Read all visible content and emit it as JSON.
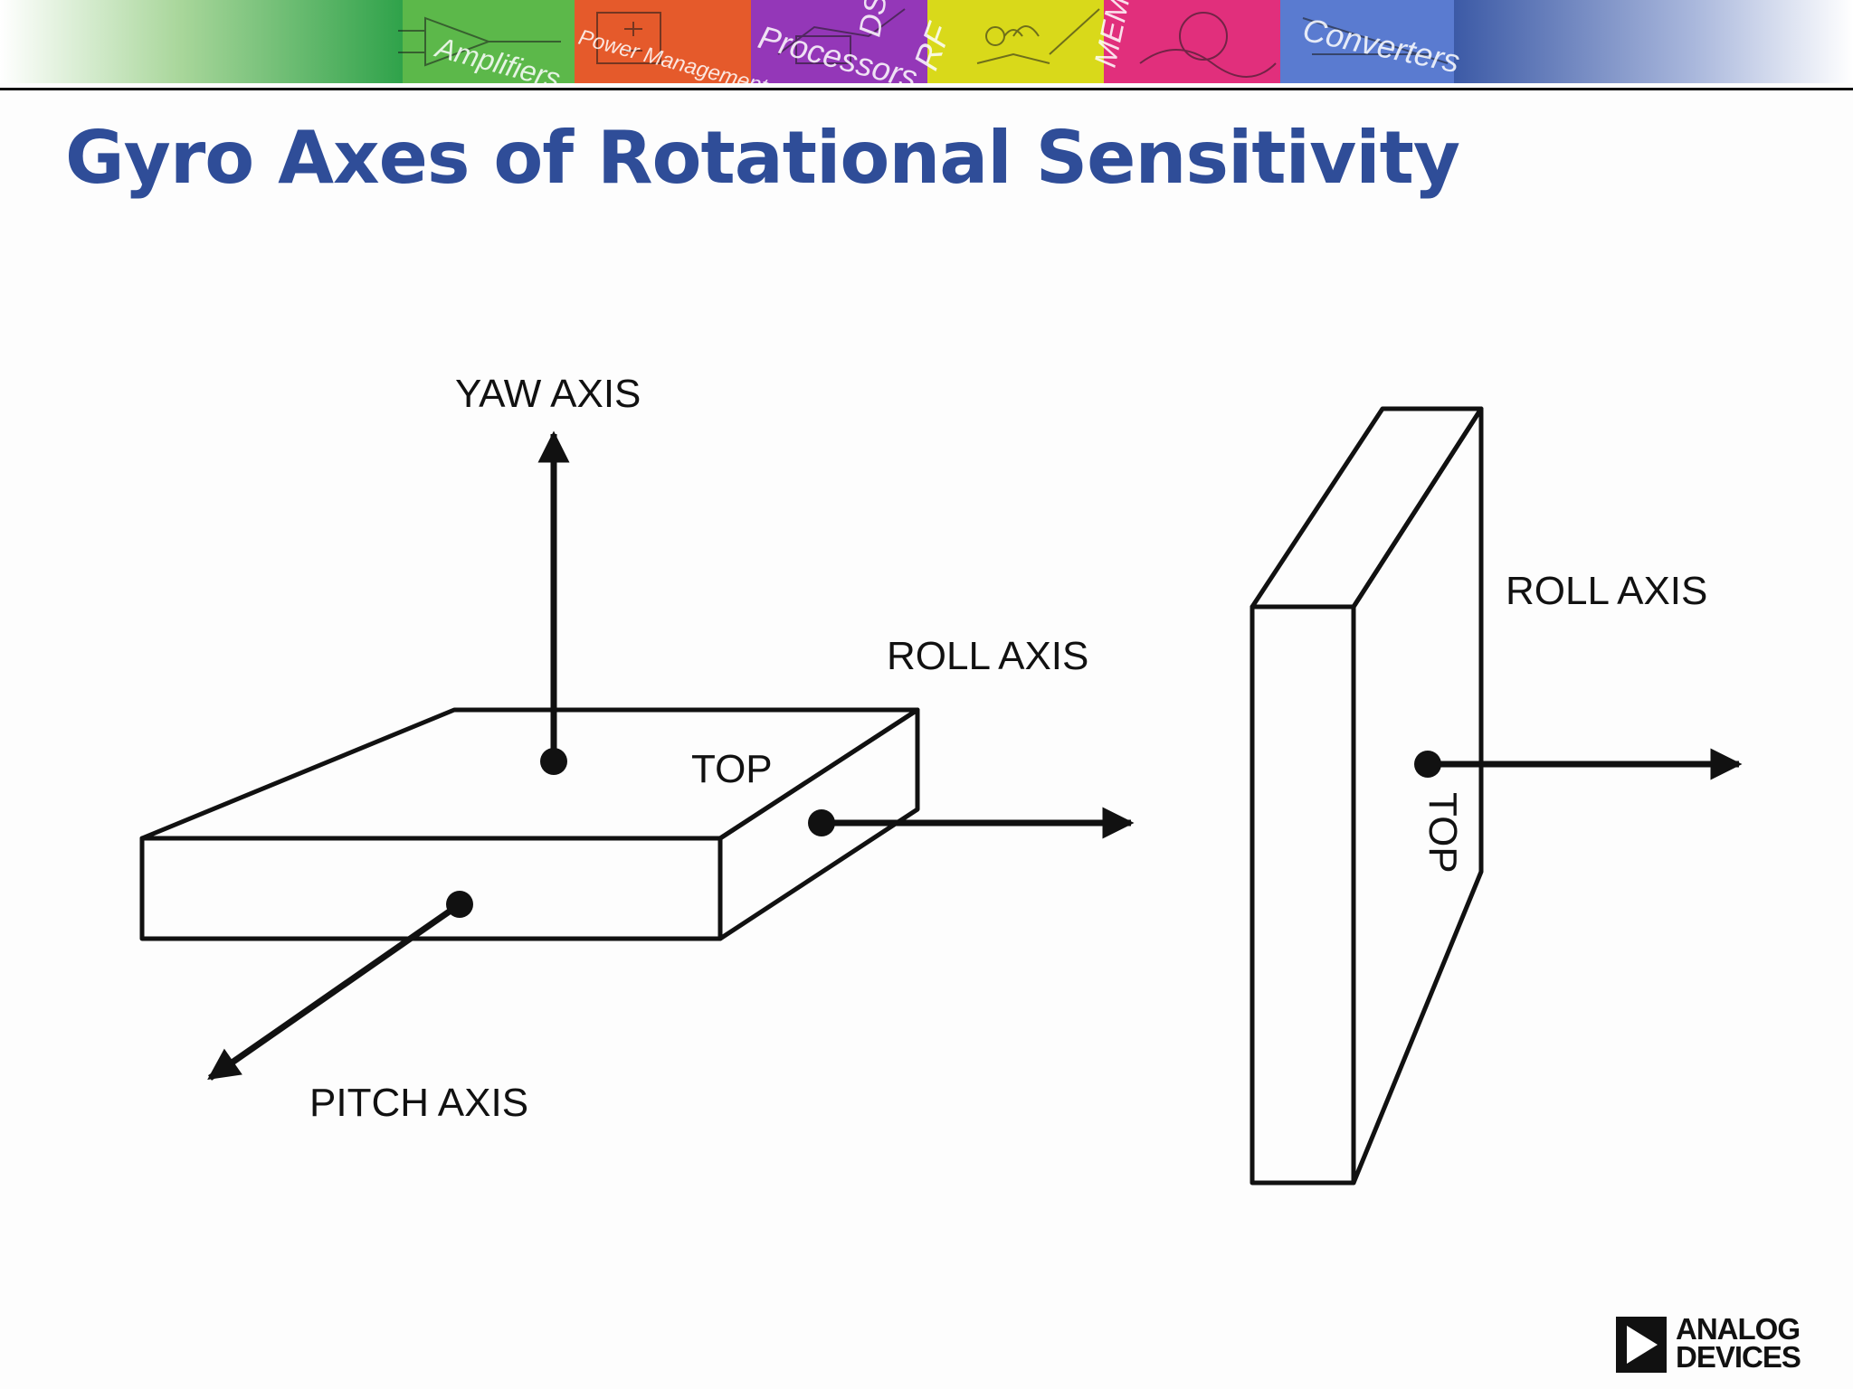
{
  "banner": {
    "segments": [
      "Amplifiers",
      "Power Management",
      "Processors",
      "DSP",
      "RF",
      "MEMS",
      "Converters"
    ],
    "colors": [
      "#52b348",
      "#e44b2c",
      "#8a2fb4",
      "#d6d70f",
      "#e02a78",
      "#4d6fc7"
    ]
  },
  "title": "Gyro Axes of Rotational Sensitivity",
  "diagram": {
    "left_device": {
      "yaw_label": "YAW AXIS",
      "roll_label": "ROLL AXIS",
      "pitch_label": "PITCH AXIS",
      "top_label": "TOP"
    },
    "right_device": {
      "roll_label": "ROLL AXIS",
      "top_label": "TOP"
    }
  },
  "logo": {
    "line1": "ANALOG",
    "line2": "DEVICES"
  },
  "colors": {
    "title": "#2f4d98",
    "line": "#111111",
    "background": "#fdfdfd"
  }
}
